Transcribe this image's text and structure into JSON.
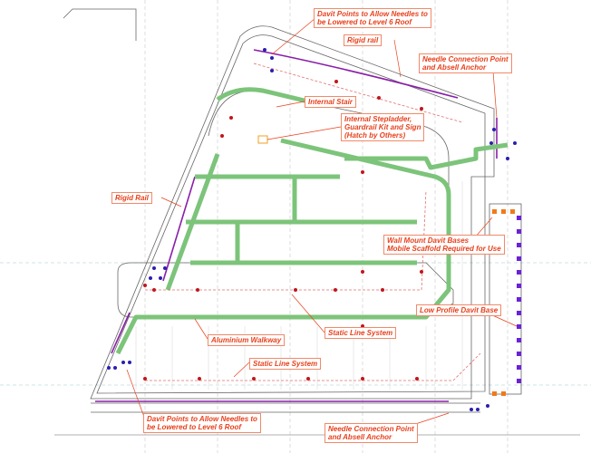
{
  "title": "Roof Access Plan",
  "colors": {
    "walkway": "#7cc47a",
    "rail": "#8a1fa8",
    "davit": "#c0161c",
    "needle": "#2a1fb0",
    "callout": "#e8401c",
    "wall_davit": "#f07a1a",
    "low_profile": "#6a22d8"
  },
  "callouts": {
    "davit_top": [
      "Davit Points to Allow Needles to",
      "be Lowered to Level 6 Roof"
    ],
    "rigid_rail_top": "Rigid rail",
    "needle_top": [
      "Needle Connection Point",
      "and Absell Anchor"
    ],
    "internal_stair": "Internal Stair",
    "stepladder": [
      "Internal Stepladder,",
      "Guardrail Kit and Sign",
      "(Hatch by Others)"
    ],
    "rigid_rail_left": "Rigid Rail",
    "wall_mount": [
      "Wall Mount Davit Bases",
      "Mobile Scaffold Required for Use"
    ],
    "low_profile": "Low Profile Davit Base",
    "aluminium_walkway": "Aluminium Walkway",
    "static_line_mid": "Static Line System",
    "static_line_low": "Static Line System",
    "davit_bottom": [
      "Davit Points to Allow Needles to",
      "be Lowered to Level 6 Roof"
    ],
    "needle_bottom": [
      "Needle Connection Point",
      "and Absell Anchor"
    ]
  }
}
